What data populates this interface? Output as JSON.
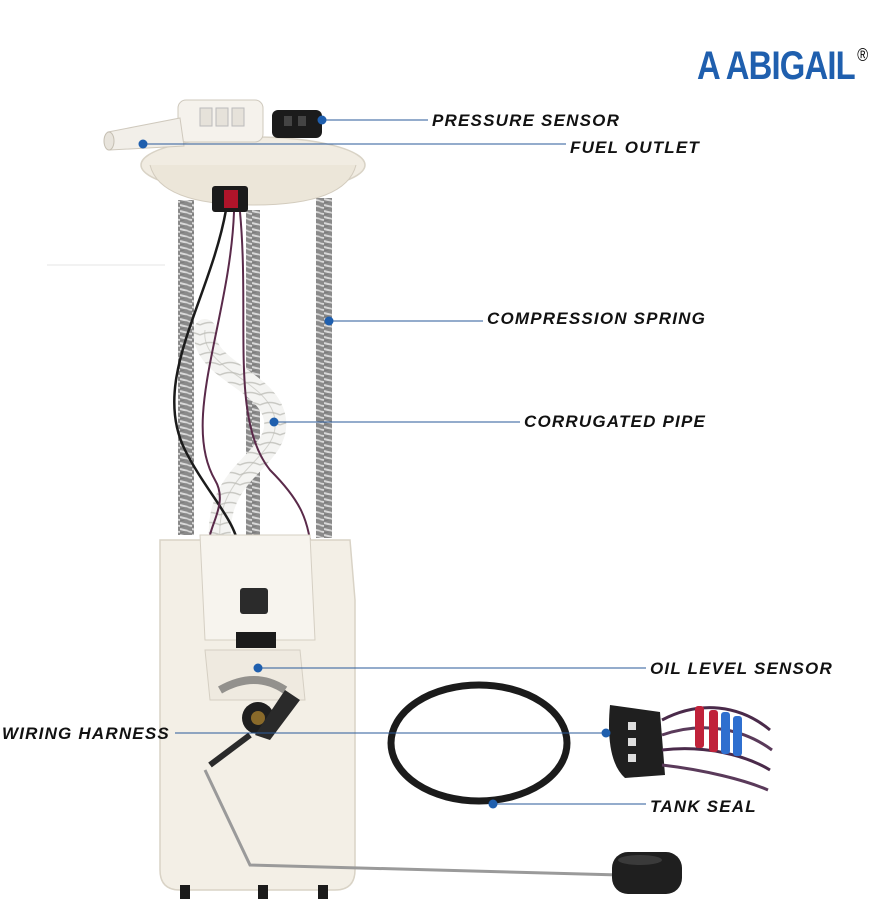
{
  "brand": {
    "name": "A ABIGAIL",
    "mark": "®",
    "color": "#1f5fae"
  },
  "callouts": [
    {
      "id": "pressure-sensor",
      "label": "PRESSURE SENSOR"
    },
    {
      "id": "fuel-outlet",
      "label": "FUEL OUTLET"
    },
    {
      "id": "compression-spring",
      "label": "COMPRESSION SPRING"
    },
    {
      "id": "corrugated-pipe",
      "label": "CORRUGATED PIPE"
    },
    {
      "id": "oil-level-sensor",
      "label": "OIL LEVEL SENSOR"
    },
    {
      "id": "wiring-harness",
      "label": "WIRING HARNESS"
    },
    {
      "id": "tank-seal",
      "label": "TANK SEAL"
    }
  ],
  "colors": {
    "callout_dot": "#1f5fae",
    "leader_line": "#2a5a9a",
    "plastic": "#f3efe6",
    "connector_black": "#1b1b1b",
    "wire_purple": "#5a2a4a",
    "pin_red": "#c0223a",
    "pin_blue": "#2f6fcf"
  }
}
